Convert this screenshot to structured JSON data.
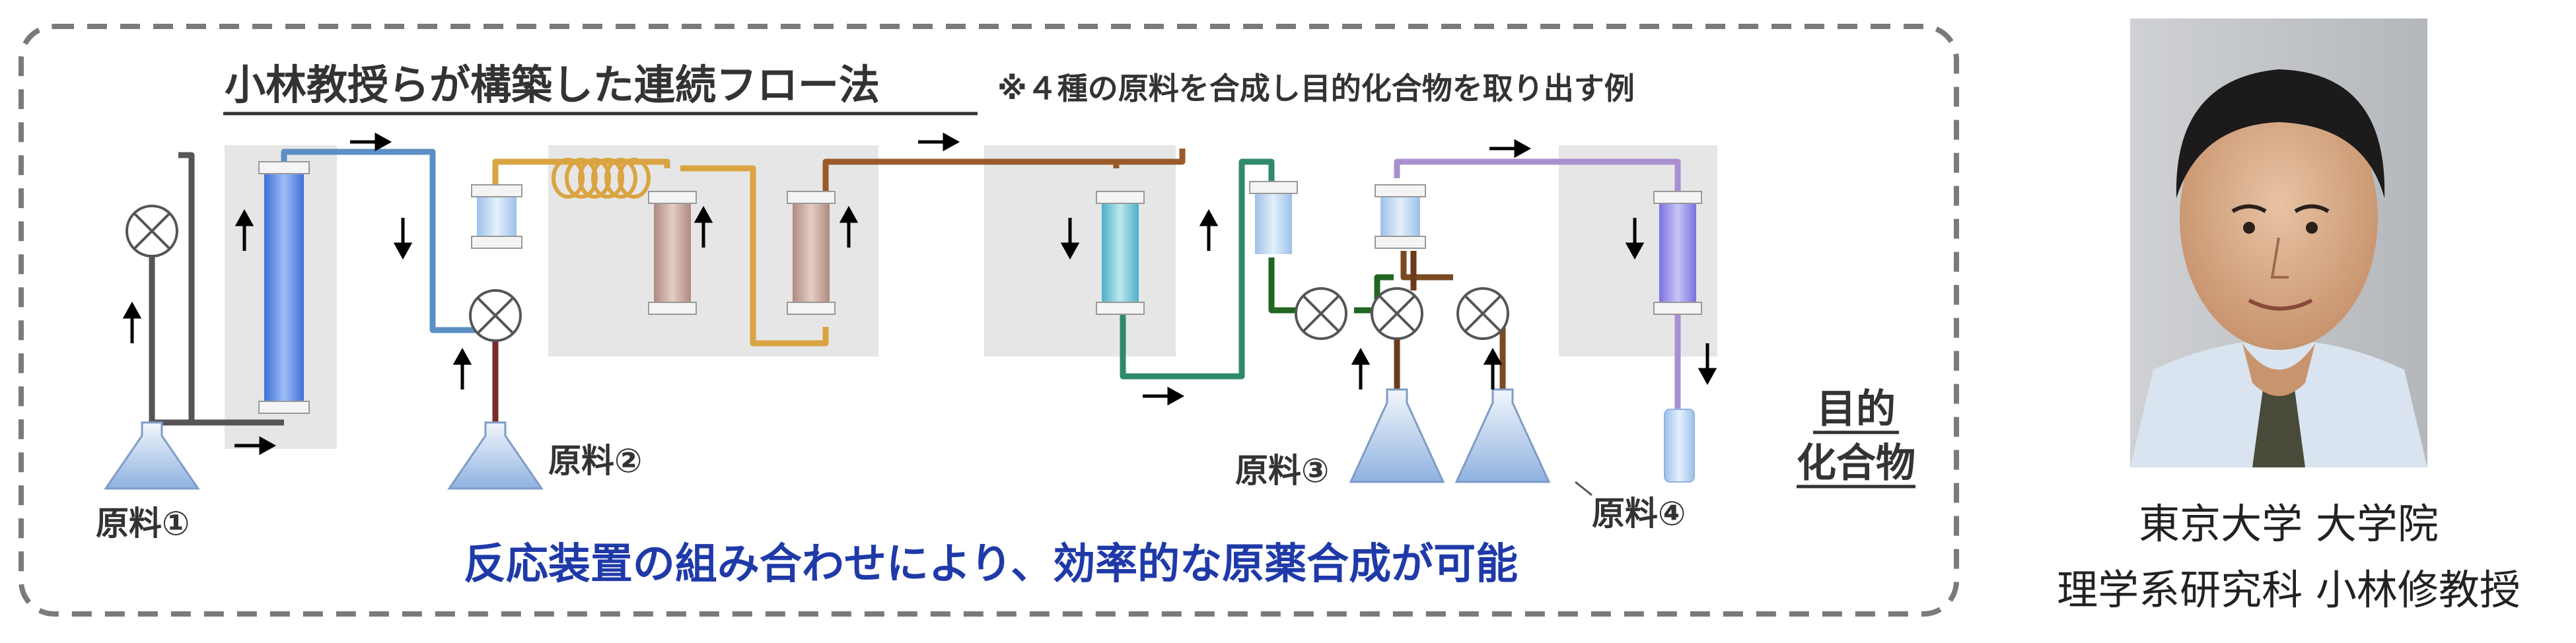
{
  "header": {
    "title": "小林教授らが構築した連続フロー法",
    "note": "※４種の原料を合成し目的化合物を取り出す例"
  },
  "materials": {
    "m1": "原料①",
    "m2": "原料②",
    "m3": "原料③",
    "m4": "原料④"
  },
  "target": {
    "line1": "目的",
    "line2": "化合物"
  },
  "tagline": "反応装置の組み合わせにより、効率的な原薬合成が可能",
  "person": {
    "caption_line1": "東京大学  大学院",
    "caption_line2": "理学系研究科  小林修教授"
  },
  "colors": {
    "frame": "#7a7a7a",
    "panel": "#e6e6e6",
    "tagline": "#1f3aa8",
    "tube_dark": "#555555",
    "tube_blue": "#5b8fc6",
    "tube_orange": "#d9a441",
    "tube_brown": "#9a5a2a",
    "tube_green": "#2f8a6a",
    "tube_purple": "#a98fd0"
  },
  "icons": [
    "valve-icon",
    "flask-icon",
    "column-icon",
    "coil-icon",
    "arrow-icon"
  ]
}
